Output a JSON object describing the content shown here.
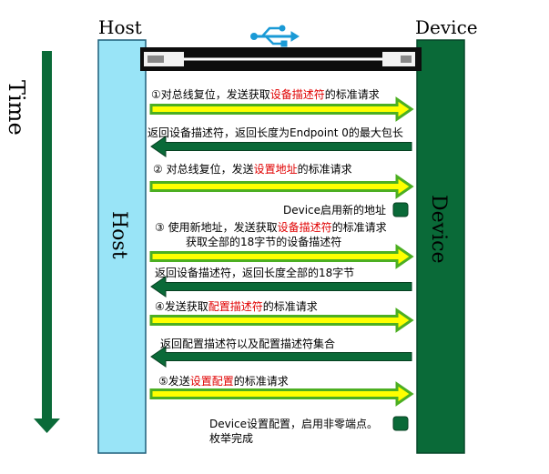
{
  "labels": {
    "time": "Time",
    "host_top": "Host",
    "device_top": "Device",
    "host_bar": "Host",
    "device_bar": "Device"
  },
  "steps": [
    {
      "pre": "①对总线复位，发送获取",
      "hl": "设备描述符",
      "post": "的标准请求",
      "dir": "right"
    },
    {
      "pre": "返回设备描述符，返回长度为Endpoint 0的最大包长",
      "hl": "",
      "post": "",
      "dir": "left"
    },
    {
      "pre": "② 对总线复位，发送",
      "hl": "设置地址",
      "post": "的标准请求",
      "dir": "right"
    },
    {
      "pre": "③ 使用新地址，发送获取",
      "hl": "设备描述符",
      "post": "的标准请求",
      "dir": "right"
    },
    {
      "pre": "获取全部的18字节的设备描述符",
      "hl": "",
      "post": "",
      "dir": "right"
    },
    {
      "pre": "返回设备描述符，返回长度全部的18字节",
      "hl": "",
      "post": "",
      "dir": "left"
    },
    {
      "pre": "④发送获取",
      "hl": "配置描述符",
      "post": "的标准请求",
      "dir": "right"
    },
    {
      "pre": "返回配置描述符以及配置描述符集合",
      "hl": "",
      "post": "",
      "dir": "left"
    },
    {
      "pre": "⑤发送",
      "hl": "设置配置",
      "post": "的标准请求",
      "dir": "right"
    }
  ],
  "device_notes": {
    "addr": "Device启用新的地址",
    "config_line1": "Device设置配置，启用非零端点。",
    "config_line2": "枚举完成"
  },
  "colors": {
    "host_bar": "#99e4f7",
    "device_bar": "#0a6a38",
    "time_arrow": "#0a6a38",
    "arrow_right_fill": "#ffff00",
    "arrow_right_edge": "#4caf22",
    "arrow_left_fill": "#0a6a38",
    "highlight": "#e00000",
    "usb_icon": "#1a9ad6"
  },
  "icons": [
    "usb-icon",
    "usb-cable-icon"
  ]
}
